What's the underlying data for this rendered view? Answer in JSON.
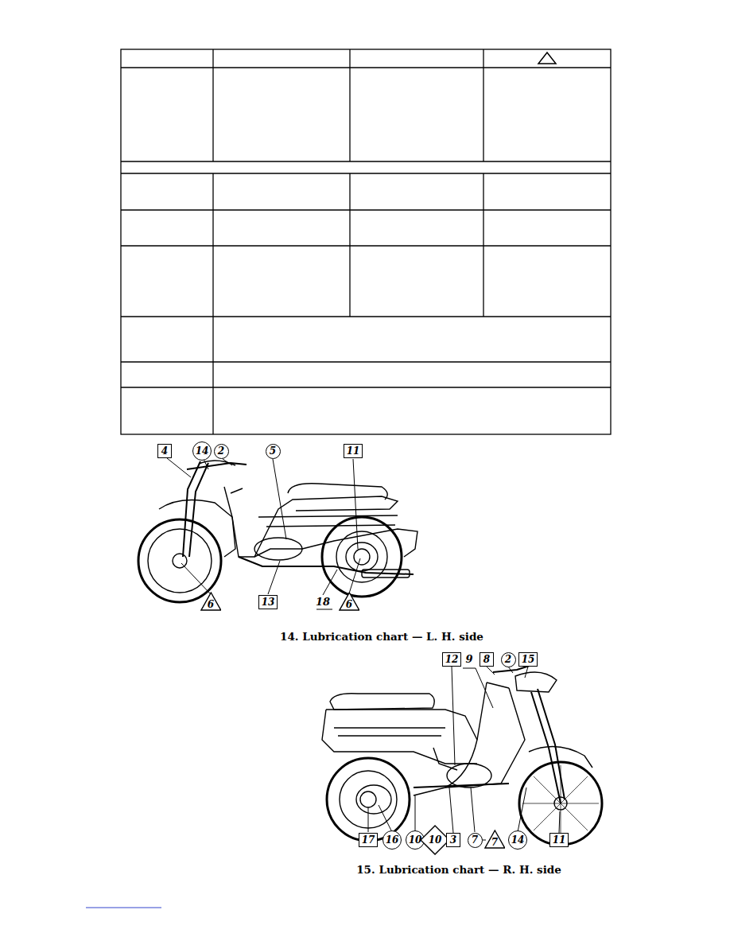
{
  "diagram": {
    "nodes": [
      {
        "text": [
          "4"
        ]
      },
      {
        "text": [
          "14"
        ]
      },
      {
        "text": [
          "2"
        ]
      },
      {
        "text": [
          "5"
        ]
      },
      {
        "text": [
          "11"
        ]
      },
      {
        "text": [
          "6"
        ]
      },
      {
        "text": [
          "13"
        ]
      },
      {
        "text": [
          "6"
        ]
      },
      {
        "text": [
          "12"
        ]
      },
      {
        "text": [
          "8"
        ]
      },
      {
        "text": [
          "2"
        ]
      },
      {
        "text": [
          "15"
        ]
      },
      {
        "text": [
          "17"
        ]
      },
      {
        "text": [
          "16"
        ]
      },
      {
        "text": [
          "10"
        ]
      },
      {
        "text": [
          "10"
        ]
      },
      {
        "text": [
          "3"
        ]
      },
      {
        "text": [
          "7"
        ]
      },
      {
        "text": [
          "7"
        ]
      },
      {
        "text": [
          "14"
        ]
      },
      {
        "text": [
          "11"
        ]
      }
    ],
    "labels": [
      "18",
      "14. Lubrication chart — L. H. side",
      "9",
      "15. Lubrication chart — R. H. side"
    ]
  }
}
